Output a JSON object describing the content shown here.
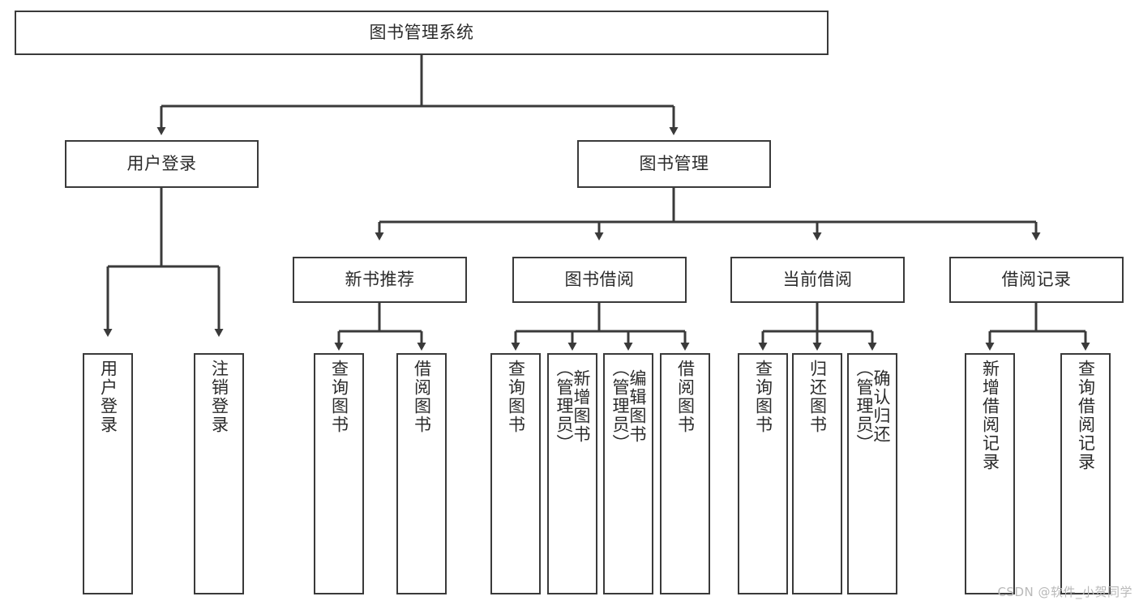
{
  "diagram": {
    "title": "图书管理系统",
    "watermark": "CSDN @软件_小贺同学",
    "accent_color": "#3a3a3a",
    "background_color": "#ffffff",
    "text_color": "#2b2b2b",
    "root": {
      "label": "图书管理系统"
    },
    "level2": [
      {
        "label": "用户登录"
      },
      {
        "label": "图书管理"
      }
    ],
    "level3": [
      {
        "label": "新书推荐"
      },
      {
        "label": "图书借阅"
      },
      {
        "label": "当前借阅"
      },
      {
        "label": "借阅记录"
      }
    ],
    "leaves": [
      {
        "label": "用户登录"
      },
      {
        "label": "注销登录"
      },
      {
        "label": "查询图书"
      },
      {
        "label": "借阅图书"
      },
      {
        "label": "查询图书"
      },
      {
        "label": "新增图书\n（管理员）"
      },
      {
        "label": "编辑图书\n（管理员）"
      },
      {
        "label": "借阅图书"
      },
      {
        "label": "查询图书"
      },
      {
        "label": "归还图书"
      },
      {
        "label": "确认归还\n（管理员）"
      },
      {
        "label": "新增借阅记录"
      },
      {
        "label": "查询借阅记录"
      }
    ]
  }
}
